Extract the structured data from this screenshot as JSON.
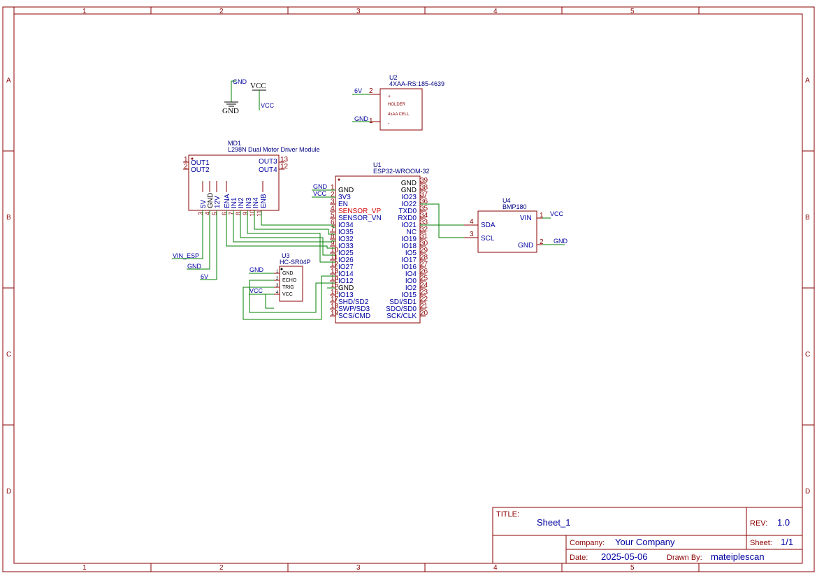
{
  "frame": {
    "columns": [
      "1",
      "2",
      "3",
      "4",
      "5"
    ],
    "rows": [
      "A",
      "B",
      "C",
      "D"
    ]
  },
  "power_symbols": {
    "gnd_top": "GND",
    "gnd_bottom": "GND",
    "vcc_top": "VCC",
    "vcc_bottom": "VCC"
  },
  "u2": {
    "ref": "U2",
    "value": "4XAA-RS:185-4639",
    "inner": [
      "+",
      "HOLDER",
      "4xAA CELL",
      "-"
    ],
    "pin2": "2",
    "pin1": "1",
    "net_top": "6V",
    "net_bottom": "GND"
  },
  "md1": {
    "ref": "MD1",
    "value": "L298N Dual Motor Driver Module",
    "left_pins": [
      {
        "num": "1",
        "name": "OUT1"
      },
      {
        "num": "2",
        "name": "OUT2"
      }
    ],
    "right_pins": [
      {
        "num": "13",
        "name": "OUT3"
      },
      {
        "num": "12",
        "name": "OUT4"
      }
    ],
    "bottom_pins": [
      {
        "num": "3",
        "name": "5V"
      },
      {
        "num": "4",
        "name": "GND"
      },
      {
        "num": "5",
        "name": "12V"
      },
      {
        "num": "6",
        "name": "ENA"
      },
      {
        "num": "7",
        "name": "IN1"
      },
      {
        "num": "8",
        "name": "IN2"
      },
      {
        "num": "9",
        "name": "IN3"
      },
      {
        "num": "10",
        "name": "IN4"
      },
      {
        "num": "11",
        "name": "ENB"
      }
    ],
    "nets": [
      "VIN_ESP",
      "GND",
      "6V"
    ]
  },
  "u1": {
    "ref": "U1",
    "value": "ESP32-WROOM-32",
    "left_pins": [
      {
        "num": "1",
        "name": "GND"
      },
      {
        "num": "2",
        "name": "3V3"
      },
      {
        "num": "3",
        "name": "EN"
      },
      {
        "num": "4",
        "name": "SENSOR_VP"
      },
      {
        "num": "5",
        "name": "SENSOR_VN"
      },
      {
        "num": "6",
        "name": "IO34"
      },
      {
        "num": "7",
        "name": "IO35"
      },
      {
        "num": "8",
        "name": "IO32"
      },
      {
        "num": "9",
        "name": "IO33"
      },
      {
        "num": "10",
        "name": "IO25"
      },
      {
        "num": "11",
        "name": "IO26"
      },
      {
        "num": "12",
        "name": "IO27"
      },
      {
        "num": "13",
        "name": "IO14"
      },
      {
        "num": "14",
        "name": "IO12"
      },
      {
        "num": "15",
        "name": "GND"
      },
      {
        "num": "16",
        "name": "IO13"
      },
      {
        "num": "17",
        "name": "SHD/SD2"
      },
      {
        "num": "18",
        "name": "SWP/SD3"
      },
      {
        "num": "19",
        "name": "SCS/CMD"
      }
    ],
    "right_pins": [
      {
        "num": "39",
        "name": "GND"
      },
      {
        "num": "38",
        "name": "GND"
      },
      {
        "num": "37",
        "name": "IO23"
      },
      {
        "num": "36",
        "name": "IO22"
      },
      {
        "num": "35",
        "name": "TXD0"
      },
      {
        "num": "34",
        "name": "RXD0"
      },
      {
        "num": "33",
        "name": "IO21"
      },
      {
        "num": "32",
        "name": "NC"
      },
      {
        "num": "31",
        "name": "IO19"
      },
      {
        "num": "30",
        "name": "IO18"
      },
      {
        "num": "29",
        "name": "IO5"
      },
      {
        "num": "28",
        "name": "IO17"
      },
      {
        "num": "27",
        "name": "IO16"
      },
      {
        "num": "26",
        "name": "IO4"
      },
      {
        "num": "25",
        "name": "IO0"
      },
      {
        "num": "24",
        "name": "IO2"
      },
      {
        "num": "23",
        "name": "IO15"
      },
      {
        "num": "22",
        "name": "SDI/SD1"
      },
      {
        "num": "21",
        "name": "SDO/SD0"
      },
      {
        "num": "20",
        "name": "SCK/CLK"
      }
    ],
    "nets": [
      "GND",
      "VCC"
    ]
  },
  "u3": {
    "ref": "U3",
    "value": "HC-SR04P",
    "pins": [
      {
        "num": "1",
        "name": "GND"
      },
      {
        "num": "2",
        "name": "ECHO"
      },
      {
        "num": "3",
        "name": "TRIG"
      },
      {
        "num": "4",
        "name": "VCC"
      }
    ],
    "nets": [
      "GND",
      "VCC"
    ]
  },
  "u4": {
    "ref": "U4",
    "value": "BMP180",
    "left_pins": [
      {
        "num": "4",
        "name": "SDA"
      },
      {
        "num": "3",
        "name": "SCL"
      }
    ],
    "right_pins": [
      {
        "num": "1",
        "name": "VIN"
      },
      {
        "num": "2",
        "name": "GND"
      }
    ],
    "nets": [
      "VCC",
      "GND"
    ]
  },
  "title_block": {
    "title_label": "TITLE:",
    "title": "Sheet_1",
    "rev_label": "REV:",
    "rev": "1.0",
    "company_label": "Company:",
    "company": "Your Company",
    "sheet_label": "Sheet:",
    "sheet": "1/1",
    "date_label": "Date:",
    "date": "2025-05-06",
    "drawn_label": "Drawn By:",
    "drawn_by": "mateiplescan"
  },
  "colors": {
    "frame": "#8b0000",
    "wire": "#007f00",
    "pin_name": "#0000a0",
    "net_label": "#0000a0",
    "highlight_pin": "#d00000"
  }
}
